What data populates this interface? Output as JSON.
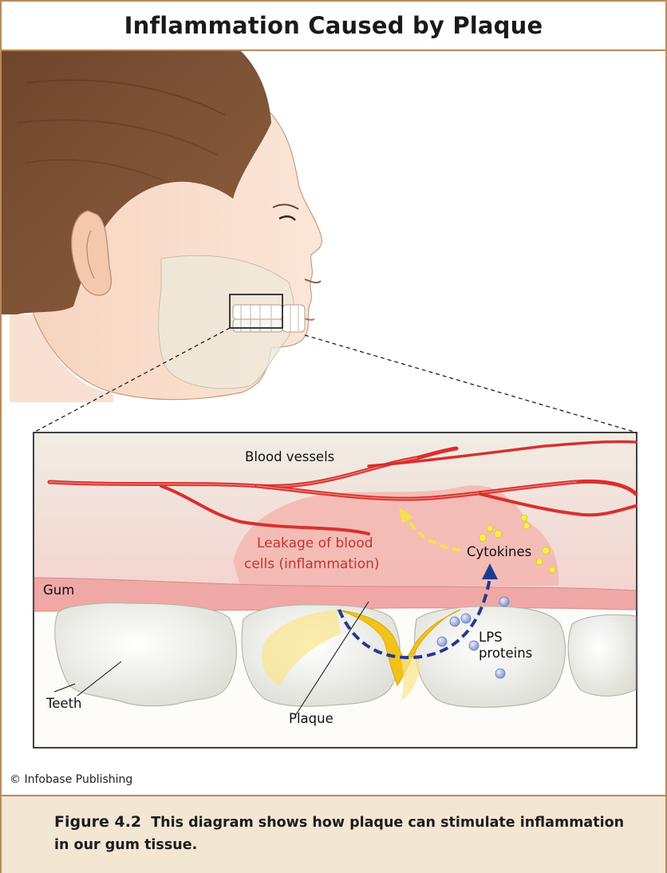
{
  "title": "Inflammation Caused by Plaque",
  "labels": {
    "blood_vessels": "Blood vessels",
    "leakage_line1": "Leakage of blood",
    "leakage_line2": "cells (inflammation)",
    "cytokines": "Cytokines",
    "gum": "Gum",
    "lps_line1": "LPS",
    "lps_line2": "proteins",
    "teeth": "Teeth",
    "plaque": "Plaque"
  },
  "credit": "© Infobase Publishing",
  "caption": {
    "figure_label": "Figure 4.2",
    "text": "This diagram shows how plaque can stimulate inflammation in our gum tissue."
  },
  "colors": {
    "frame": "#b98a5a",
    "caption_bg": "#f3e6d3",
    "hair": "#7a4f33",
    "skin": "#f7d9c4",
    "gum": "#f2b9b6",
    "blood": "#d8302e",
    "plaque": "#f3c21a",
    "cytokine_arrow": "#f2e34a",
    "lps_arrow": "#213a8f",
    "lps_dot": "#9fb3df",
    "leakage_text": "#c2352f"
  }
}
